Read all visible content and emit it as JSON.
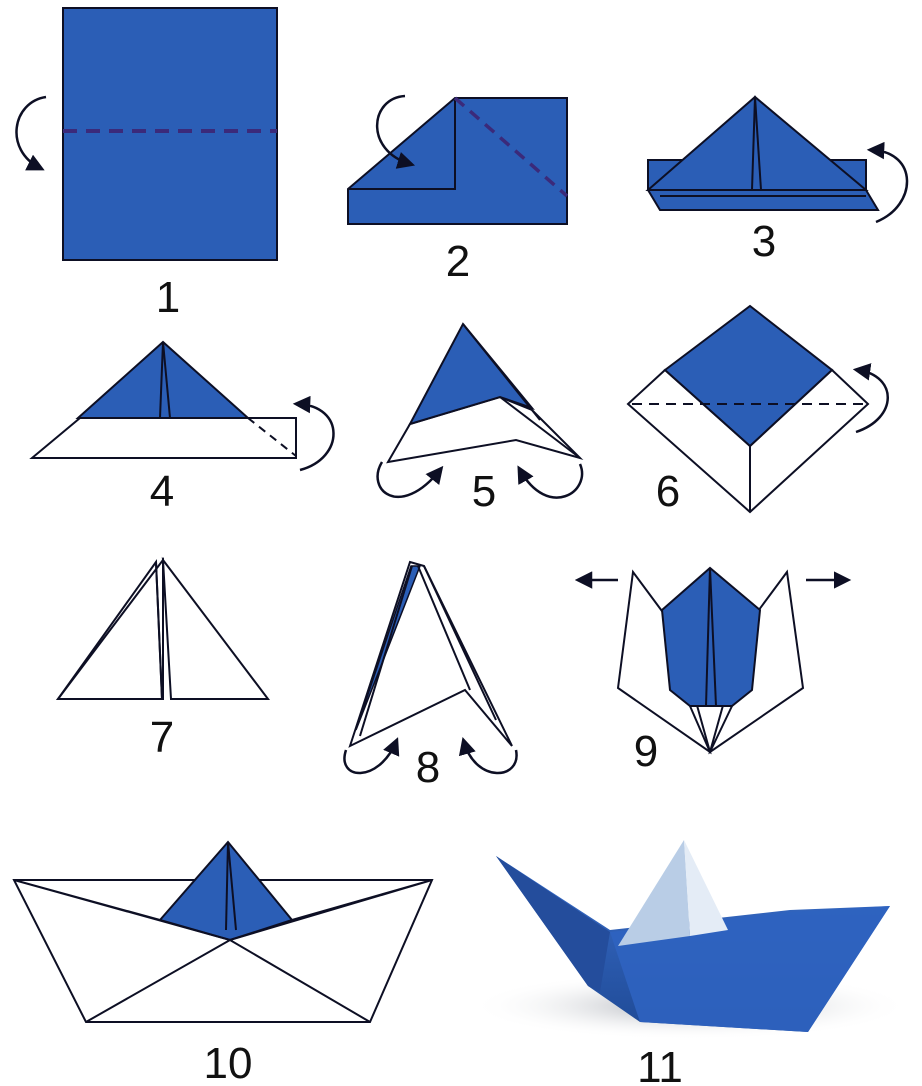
{
  "colors": {
    "paper_blue": "#2b5eb6",
    "outline": "#0d0f24",
    "dash": "#3b2a7a",
    "white": "#ffffff",
    "boat_dark": "#264f9e",
    "boat_mid": "#2f63c0",
    "boat_light": "#3d74d0",
    "sail_light": "#b9cde6"
  },
  "steps": [
    {
      "number": "1",
      "icon": "fold-in-half-top-icon"
    },
    {
      "number": "2",
      "icon": "fold-corners-down-icon"
    },
    {
      "number": "3",
      "icon": "fold-flap-up-icon"
    },
    {
      "number": "4",
      "icon": "fold-back-flap-icon"
    },
    {
      "number": "5",
      "icon": "tuck-corners-icon"
    },
    {
      "number": "6",
      "icon": "open-and-flatten-icon"
    },
    {
      "number": "7",
      "icon": "triangle-shape-icon"
    },
    {
      "number": "8",
      "icon": "fold-up-both-sides-icon"
    },
    {
      "number": "9",
      "icon": "pull-apart-icon"
    },
    {
      "number": "10",
      "icon": "finished-boat-outline-icon"
    },
    {
      "number": "11",
      "icon": "paper-boat-photo-icon"
    }
  ]
}
